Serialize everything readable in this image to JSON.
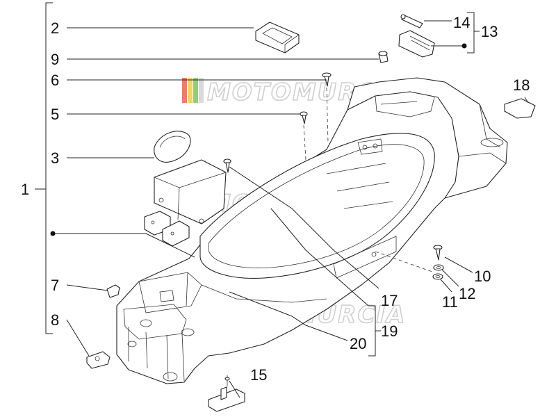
{
  "callouts": {
    "c1": "1",
    "c2": "2",
    "c3": "3",
    "c5": "5",
    "c6": "6",
    "c7": "7",
    "c8": "8",
    "c9": "9",
    "c10": "10",
    "c11": "11",
    "c12": "12",
    "c13": "13",
    "c14": "14",
    "c15": "15",
    "c17": "17",
    "c18": "18",
    "c19": "19",
    "c20": "20"
  },
  "watermark": {
    "text": "MOTOMURCIA"
  },
  "colors": {
    "line": "#222222",
    "watermark": "#cfcfcf",
    "stripe_green": "#8fcf7a",
    "stripe_yellow": "#f1d36a",
    "stripe_red": "#ef7b6c",
    "stripe_grey": "#d9d9d9"
  }
}
